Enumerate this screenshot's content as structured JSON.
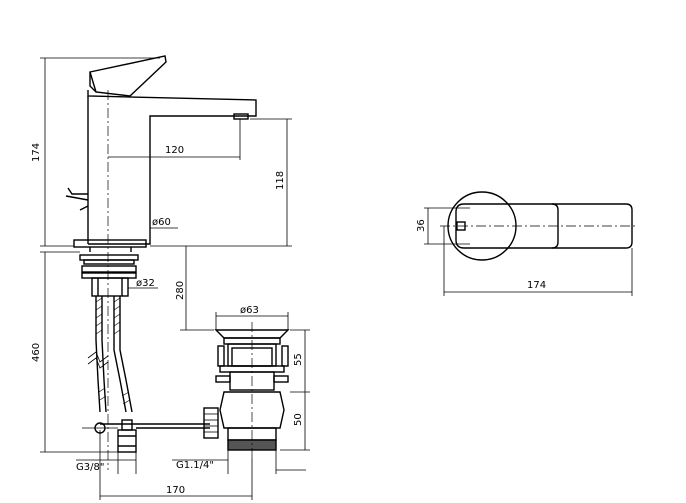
{
  "drawing": {
    "labels": {
      "height_total": "174",
      "spout_reach": "120",
      "spout_height": "118",
      "body_diameter": "ø60",
      "shank_diameter": "ø32",
      "shank_length": "280",
      "waste_flange_diameter": "ø63",
      "waste_upper": "55",
      "waste_lower": "50",
      "depth_total": "460",
      "supply_thread": "G3/8\"",
      "waste_thread": "G1.1/4\"",
      "pop_up_rod": "170",
      "top_view_height": "36",
      "top_view_length": "174"
    }
  }
}
